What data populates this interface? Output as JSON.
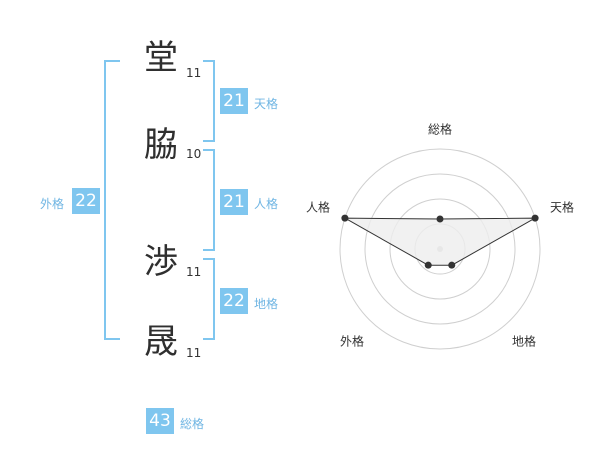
{
  "name": {
    "chars": [
      {
        "char": "堂",
        "strokes": "11"
      },
      {
        "char": "脇",
        "strokes": "10"
      },
      {
        "char": "渉",
        "strokes": "11"
      },
      {
        "char": "晟",
        "strokes": "11"
      }
    ]
  },
  "fortunes": {
    "tenkaku": {
      "value": "21",
      "label": "天格"
    },
    "jinkaku": {
      "value": "21",
      "label": "人格"
    },
    "chikaku": {
      "value": "22",
      "label": "地格"
    },
    "gaikaku": {
      "value": "22",
      "label": "外格"
    },
    "soukaku": {
      "value": "43",
      "label": "総格"
    }
  },
  "colors": {
    "accent": "#7fc6ef",
    "label": "#6fb5e3",
    "radar_fill": "#eeeeee"
  },
  "chart_data": {
    "type": "radar",
    "axes": [
      "総格",
      "天格",
      "地格",
      "外格",
      "人格"
    ],
    "rings": 4,
    "values": [
      0.3,
      1.0,
      0.2,
      0.2,
      1.0
    ]
  }
}
